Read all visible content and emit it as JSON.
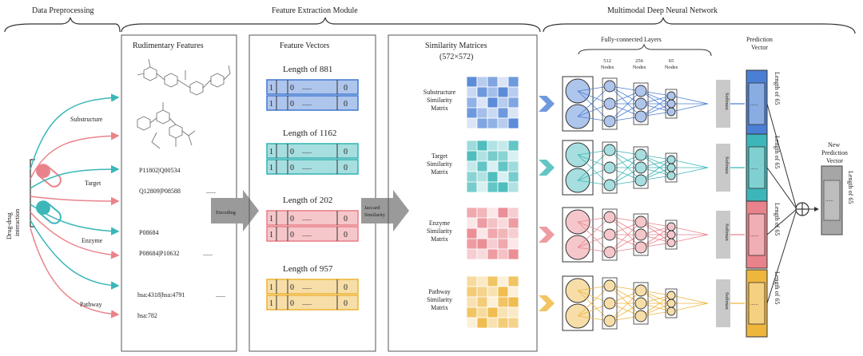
{
  "headers": {
    "preprocessing": "Data Preprocessing",
    "feature_extraction": "Feature Extraction Module",
    "mdnn": "Multimodal Deep Neural Network"
  },
  "left": {
    "interaction_label_line1": "Drug-drug",
    "interaction_label_line2": "interaction",
    "branches": [
      "Substructure",
      "Target",
      "Enzyme",
      "Pathway"
    ]
  },
  "rudimentary": {
    "title": "Rudimentary Features",
    "target_line1": "P11802|Q00534",
    "target_line2": "Q12809|P08588",
    "enzyme_line1": "P08684",
    "enzyme_line2": "P08684|P10632",
    "pathway_line1": "hsa:4318|hsa:4791",
    "pathway_line2": "hsa:782",
    "ellipsis": "......"
  },
  "feature_vectors": {
    "title": "Feature Vectors",
    "items": [
      {
        "length_label": "Length of 881",
        "color": "#4a7fd4"
      },
      {
        "length_label": "Length of 1162",
        "color": "#3cb6b8"
      },
      {
        "length_label": "Length of 202",
        "color": "#e9838b"
      },
      {
        "length_label": "Length of 957",
        "color": "#eeb63d"
      }
    ],
    "cell_one": "1",
    "cell_zero": "0",
    "cell_dots": "......"
  },
  "arrows": {
    "encoding": "Encoding",
    "jaccard_line1": "Jaccard",
    "jaccard_line2": "Similarity"
  },
  "similarity": {
    "title": "Similarity Matrices",
    "subtitle": "(572×572)",
    "items": [
      {
        "line1": "Substructure",
        "line2": "Similarity",
        "line3": "Matrix"
      },
      {
        "line1": "Target",
        "line2": "Similarity",
        "line3": "Matrix"
      },
      {
        "line1": "Enzyme",
        "line2": "Similarity",
        "line3": "Matrix"
      },
      {
        "line1": "Pathway",
        "line2": "Similarity",
        "line3": "Matrix"
      }
    ]
  },
  "network": {
    "fc_title": "Fully-connected Layers",
    "layers": [
      {
        "size": "512",
        "unit": "Nodes"
      },
      {
        "size": "256",
        "unit": "Nodes"
      },
      {
        "size": "65",
        "unit": "Nodes"
      }
    ],
    "softmax": "Softmax",
    "prediction_title_line1": "Prediction",
    "prediction_title_line2": "Vector",
    "length_label": "Length of 65",
    "new_pred_line1": "New",
    "new_pred_line2": "Prediction",
    "new_pred_line3": "Vector",
    "new_length_label": "Length of 65",
    "dots": "......"
  },
  "colors": {
    "blue": "#4a7fd4",
    "teal": "#3cb6b8",
    "pink": "#e9838b",
    "gold": "#eeb63d",
    "arrow_gray": "#9a9a9a",
    "softmax_gray": "#c9c9c9"
  }
}
